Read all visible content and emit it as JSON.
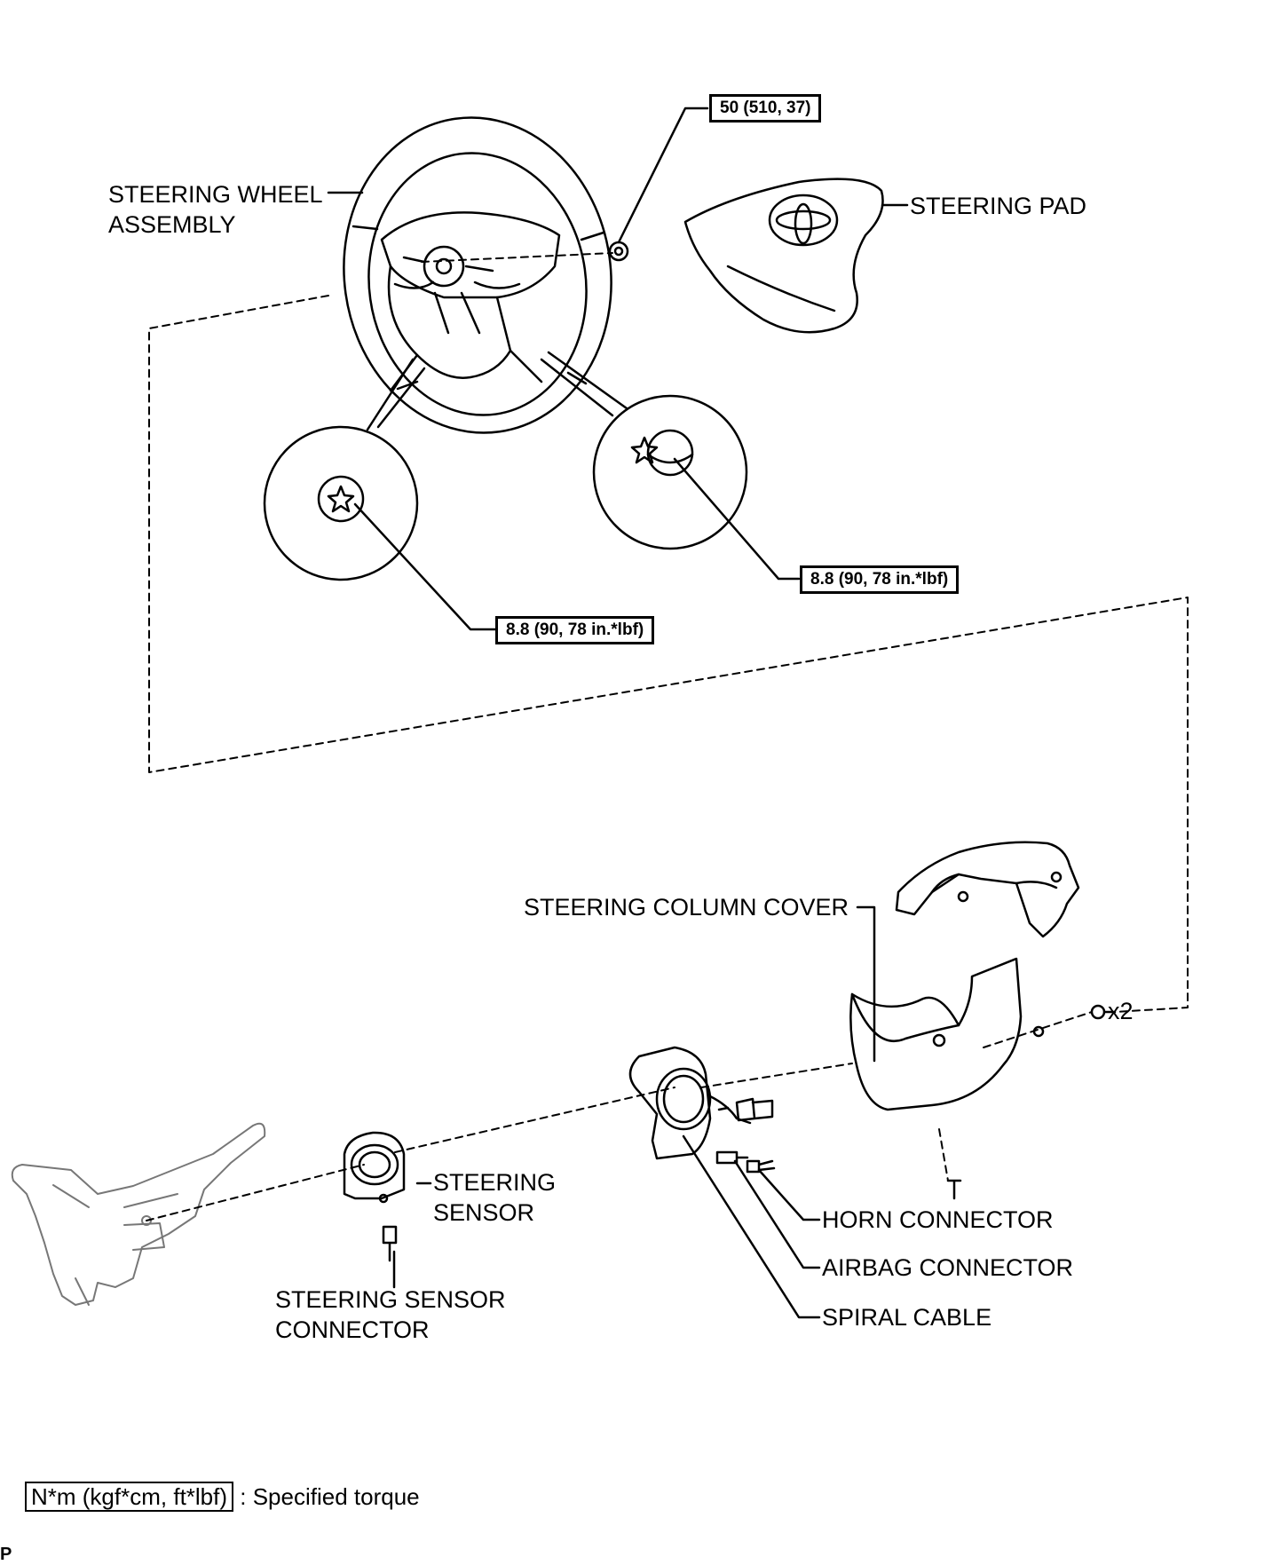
{
  "labels": {
    "steering_wheel_line1": "STEERING WHEEL",
    "steering_wheel_line2": "ASSEMBLY",
    "steering_pad": "STEERING PAD",
    "steering_column_cover": "STEERING COLUMN COVER",
    "steering_sensor_line1": "STEERING",
    "steering_sensor_line2": "SENSOR",
    "steering_sensor_connector_line1": "STEERING SENSOR",
    "steering_sensor_connector_line2": "CONNECTOR",
    "horn_connector": "HORN CONNECTOR",
    "airbag_connector": "AIRBAG CONNECTOR",
    "spiral_cable": "SPIRAL CABLE",
    "screw_quantity": "x2"
  },
  "torque_specs": {
    "nut": "50 (510, 37)",
    "screw_right": "8.8 (90, 78 in.*lbf)",
    "screw_left": "8.8 (90, 78 in.*lbf)"
  },
  "legend": {
    "unit_box": "N*m (kgf*cm, ft*lbf)",
    "description": ": Specified torque"
  },
  "corner_mark": "P"
}
